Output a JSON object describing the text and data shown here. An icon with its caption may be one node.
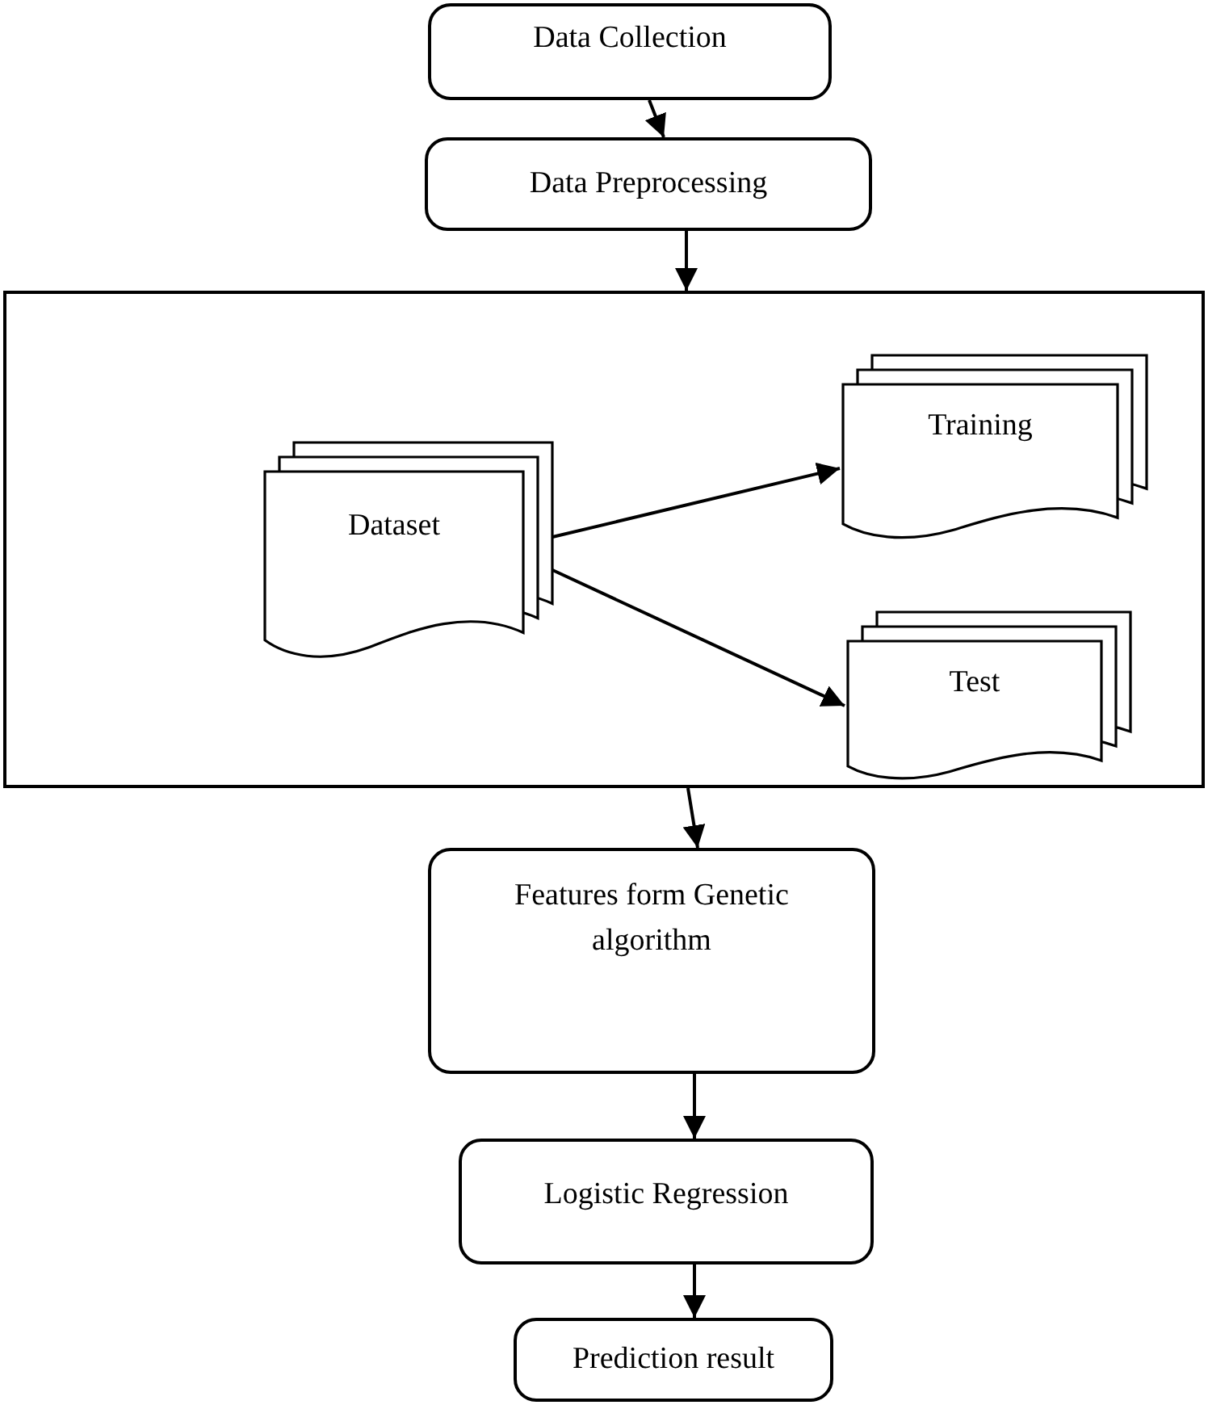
{
  "diagram": {
    "nodes": [
      {
        "text": [
          "Data Collection"
        ]
      },
      {
        "text": [
          "Data Preprocessing"
        ]
      },
      {
        "text": [],
        "shape": "box"
      },
      {
        "text": [
          "Dataset"
        ],
        "in": 2
      },
      {
        "text": [
          "Training"
        ],
        "in": 2
      },
      {
        "text": [
          "Test"
        ],
        "in": 2
      },
      {
        "text": [
          "Features form Genetic algorithm"
        ]
      },
      {
        "text": [
          "Logistic Regression"
        ]
      },
      {
        "text": [
          "Prediction result"
        ]
      }
    ],
    "edges": [
      {
        "from": 0,
        "to": 1,
        "arrow": "to"
      },
      {
        "from": 1,
        "to": 2,
        "arrow": "to"
      },
      {
        "from": 3,
        "to": 4,
        "arrow": "to"
      },
      {
        "from": 3,
        "to": 5,
        "arrow": "to"
      },
      {
        "from": 2,
        "to": 6,
        "arrow": "to"
      },
      {
        "from": 6,
        "to": 7,
        "arrow": "to"
      },
      {
        "from": 7,
        "to": 8,
        "arrow": "to"
      }
    ]
  }
}
